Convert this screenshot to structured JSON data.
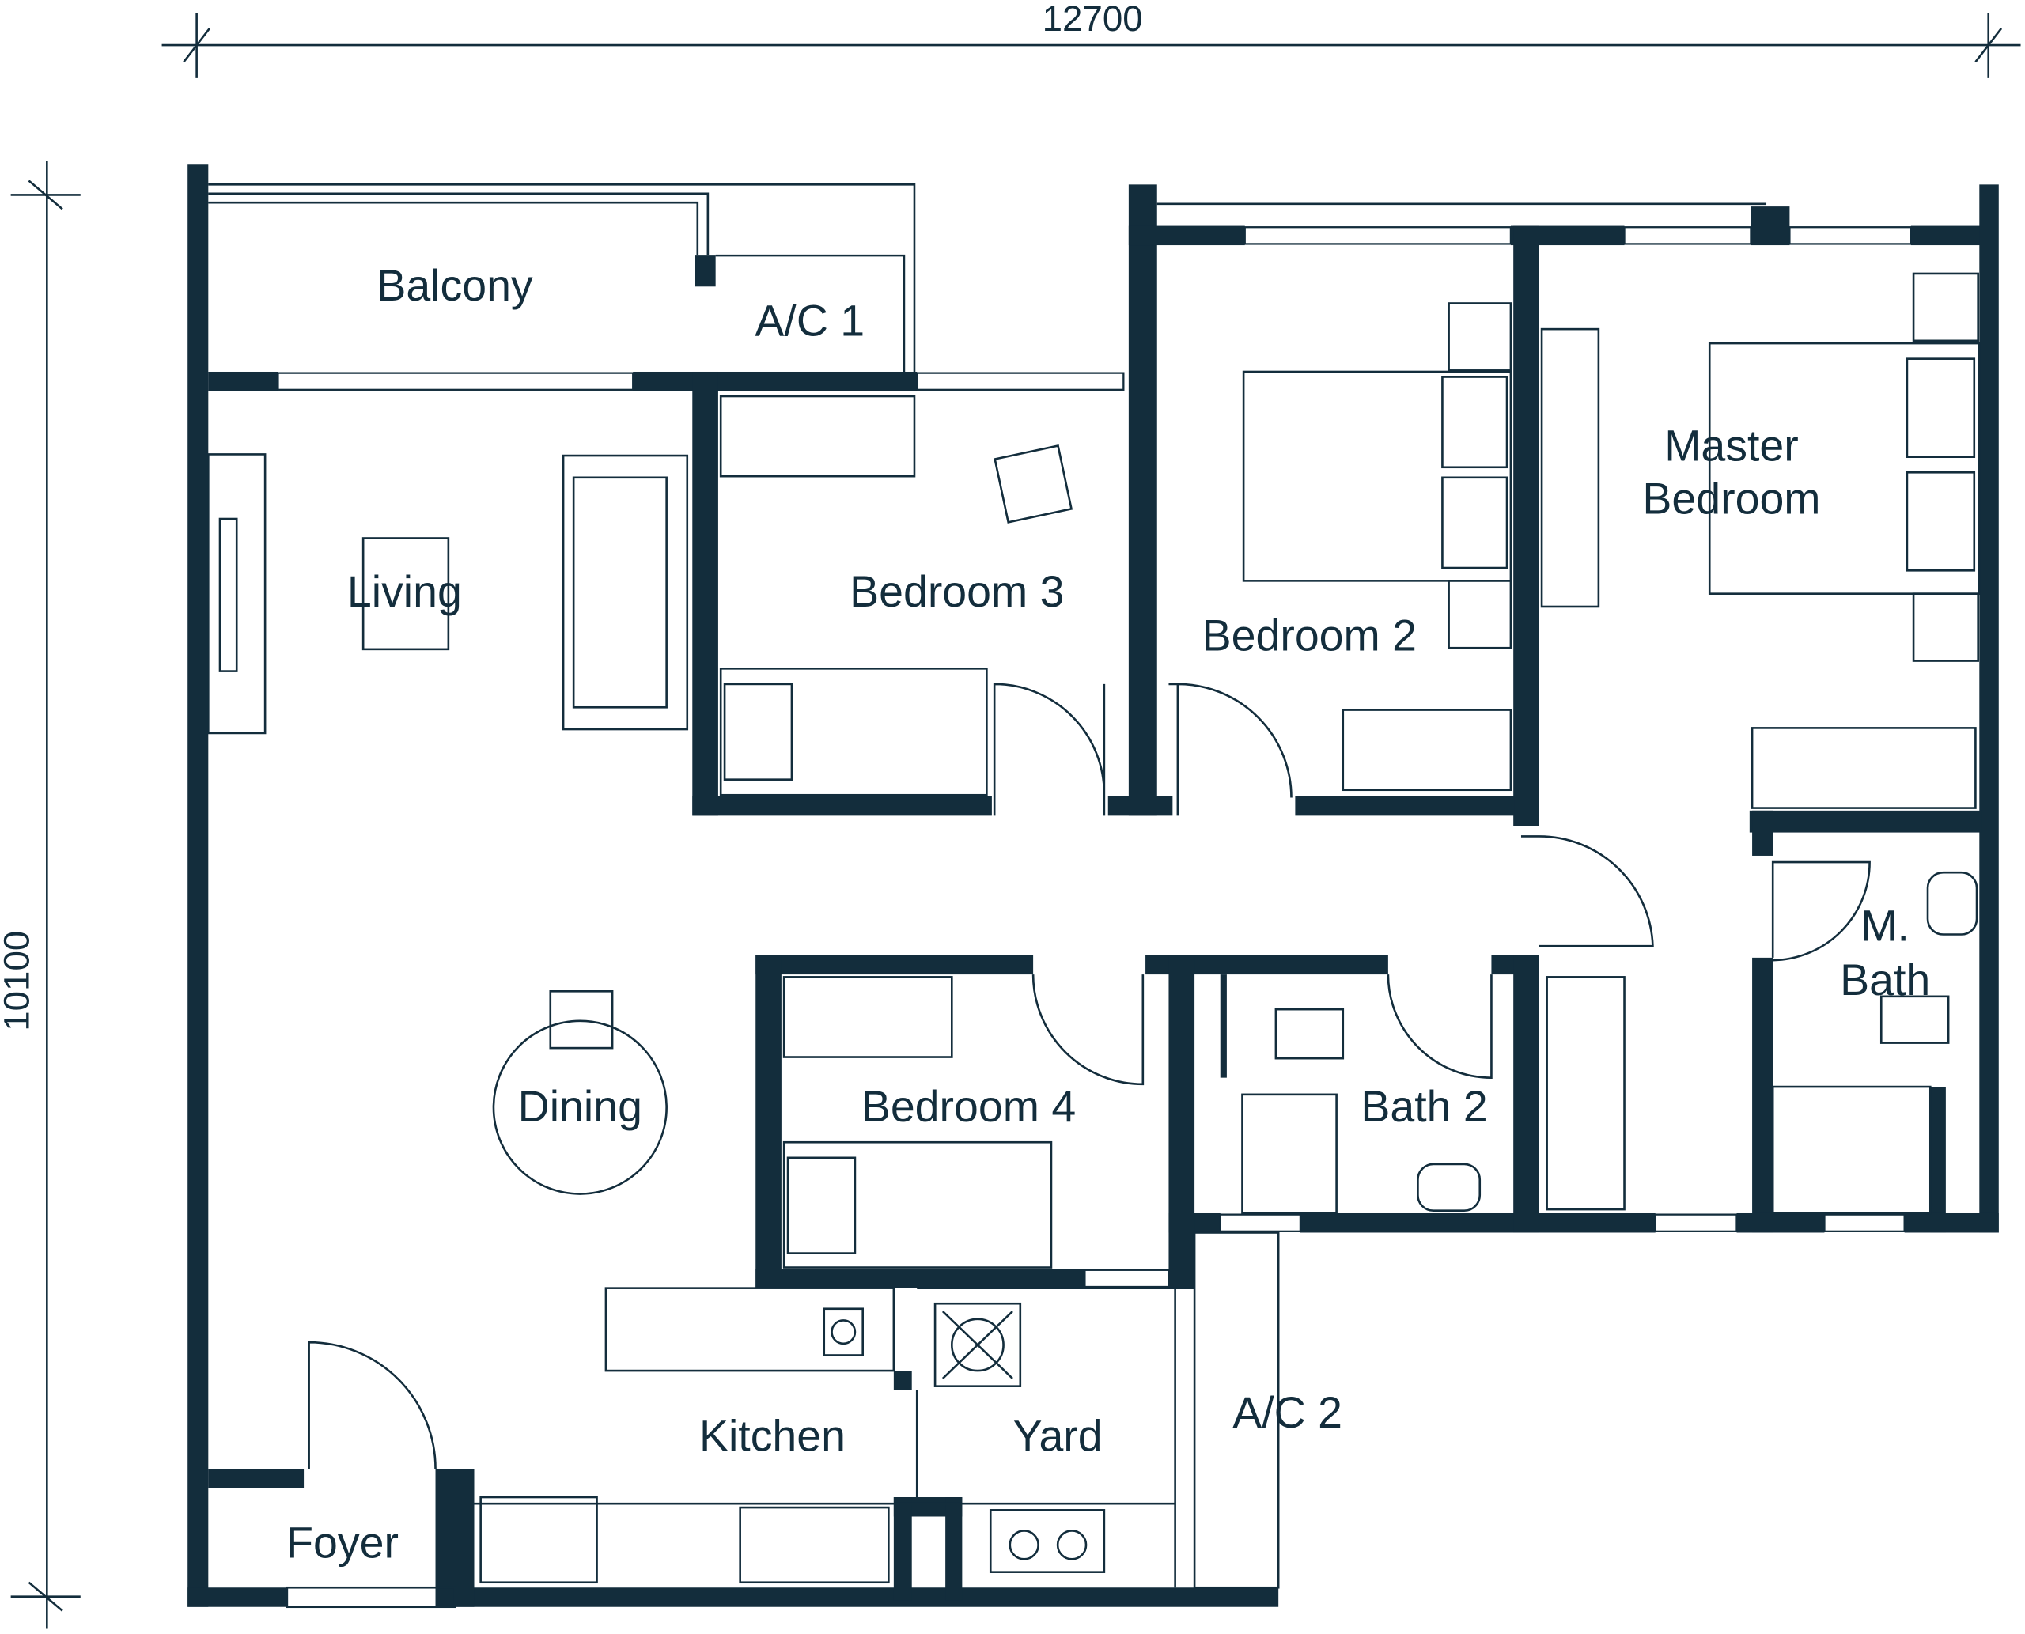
{
  "dimensions": {
    "width": "12700",
    "height": "10100"
  },
  "rooms": {
    "balcony": "Balcony",
    "ac1": "A/C 1",
    "living": "Living",
    "bedroom3": "Bedroom 3",
    "bedroom2": "Bedroom 2",
    "master1": "Master",
    "master2": "Bedroom",
    "dining": "Dining",
    "bedroom4": "Bedroom 4",
    "bath2": "Bath 2",
    "mbath1": "M.",
    "mbath2": "Bath",
    "kitchen": "Kitchen",
    "yard": "Yard",
    "ac2": "A/C 2",
    "foyer": "Foyer"
  },
  "colors": {
    "ink": "#132d3c",
    "background": "#ffffff"
  }
}
